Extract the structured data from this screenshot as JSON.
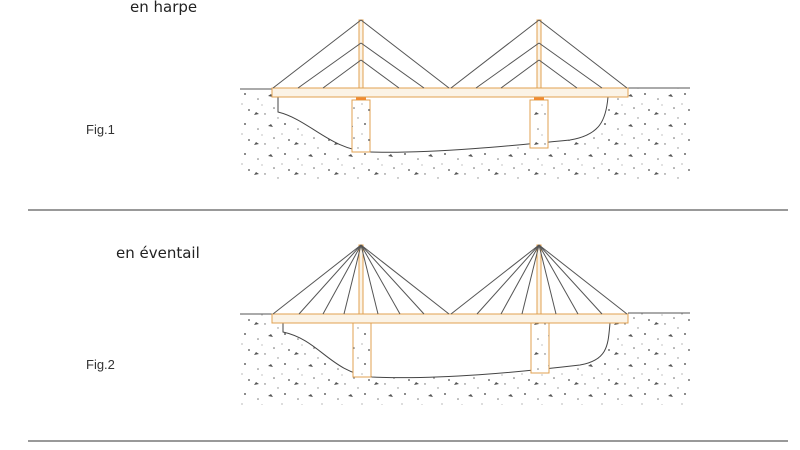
{
  "figures": [
    {
      "title": "en harpe",
      "label": "Fig.1",
      "cable_style": "harp"
    },
    {
      "title": "en éventail",
      "label": "Fig.2",
      "cable_style": "fan"
    }
  ],
  "colors": {
    "deck": "#e0a050",
    "deck_fill": "#fbf3e6",
    "bearing": "#f08a30",
    "cable": "#555555",
    "ground": "#555555",
    "divider": "#999999"
  }
}
